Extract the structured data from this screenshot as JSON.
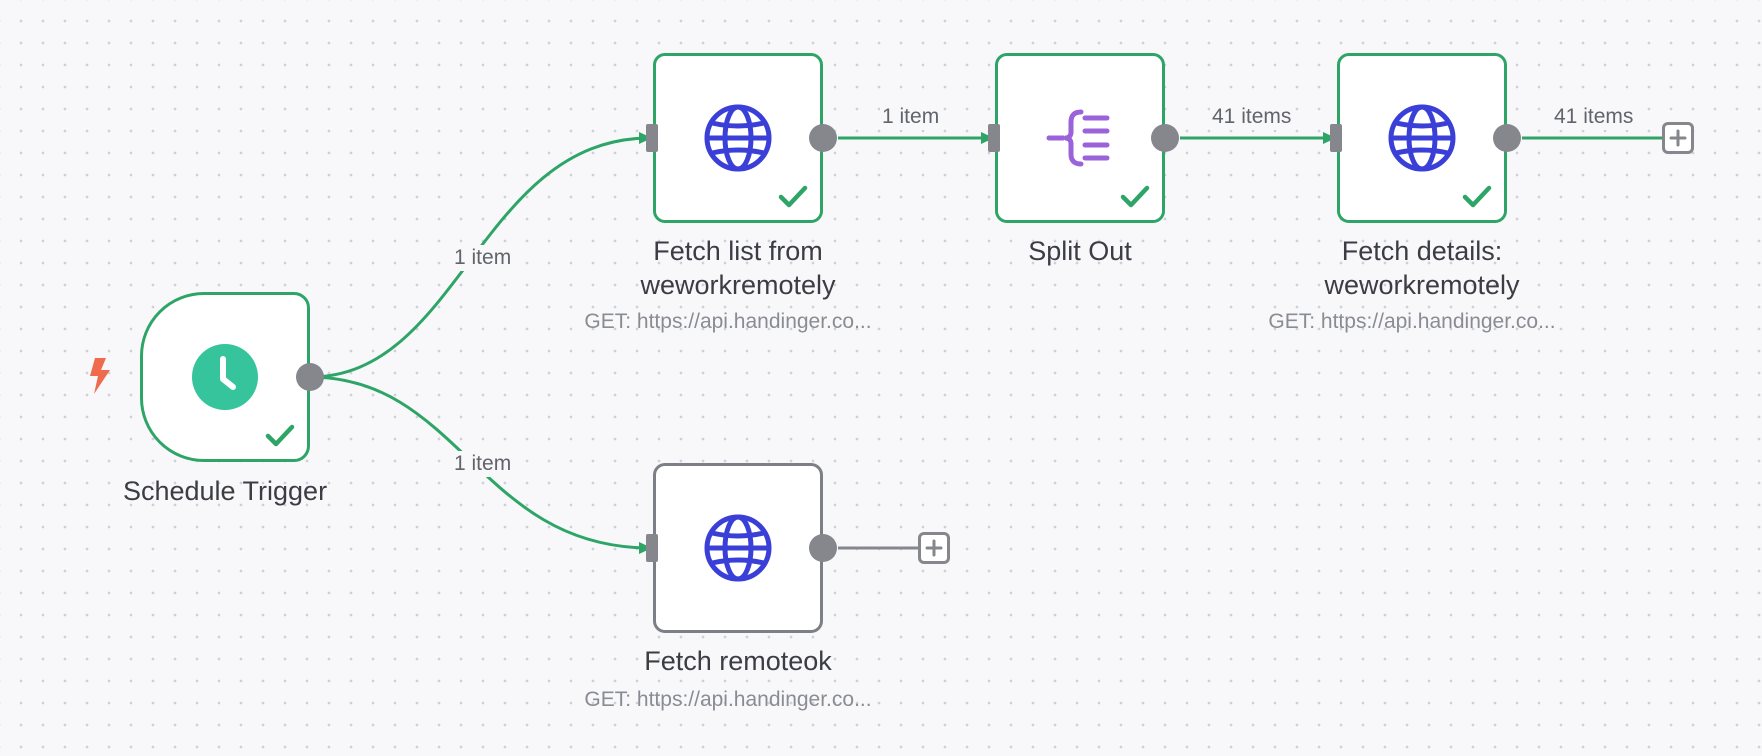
{
  "nodes": {
    "schedule_trigger": {
      "title": "Schedule Trigger",
      "icon": "clock-icon",
      "status": "success"
    },
    "fetch_list": {
      "title_line1": "Fetch list from",
      "title_line2": "weworkremotely",
      "subtitle": "GET: https://api.handinger.co...",
      "icon": "globe-icon",
      "status": "success"
    },
    "split_out": {
      "title": "Split Out",
      "icon": "split-out-icon",
      "status": "success"
    },
    "fetch_details": {
      "title_line1": "Fetch details:",
      "title_line2": "weworkremotely",
      "subtitle": "GET: https://api.handinger.co...",
      "icon": "globe-icon",
      "status": "success"
    },
    "fetch_remoteok": {
      "title": "Fetch remoteok",
      "subtitle": "GET: https://api.handinger.co...",
      "icon": "globe-icon",
      "status": "not-executed"
    }
  },
  "edges": {
    "trigger_to_list": "1 item",
    "trigger_to_remoteok": "1 item",
    "list_to_split": "1 item",
    "split_to_details": "41 items",
    "details_out": "41 items"
  },
  "colors": {
    "success": "#2ea567",
    "inactive": "#7d7f86",
    "globe": "#3a3fd8",
    "clock": "#35c49b",
    "split": "#9b63d9",
    "trigger_bolt": "#f06a4d"
  }
}
